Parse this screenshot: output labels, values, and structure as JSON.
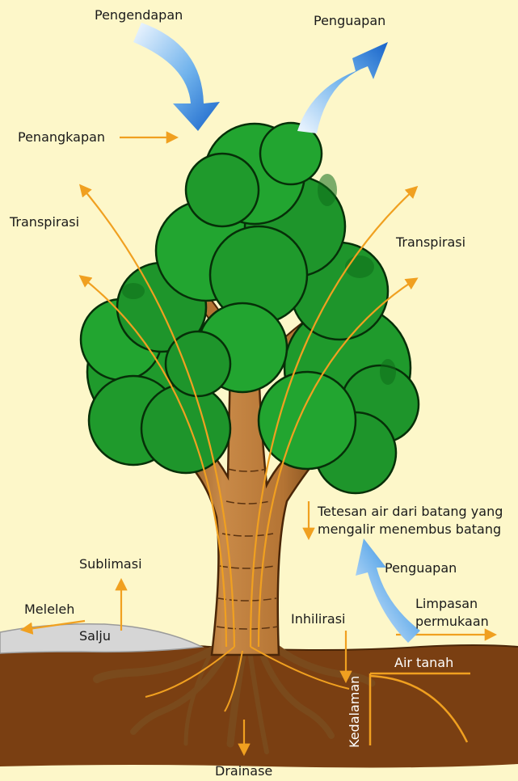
{
  "labels": {
    "pengendapan": "Pengendapan",
    "penguapan_top": "Penguapan",
    "penangkapan": "Penangkapan",
    "transpirasi_left": "Transpirasi",
    "transpirasi_right": "Transpirasi",
    "tetesan": "Tetesan air dari batang yang\nmengalir menembus batang",
    "penguapan_bottom": "Penguapan",
    "sublimasi": "Sublimasi",
    "meleleh": "Meleleh",
    "salju": "Salju",
    "inhilirasi": "Inhilirasi",
    "limpasan": "Limpasan\npermukaan",
    "air_tanah": "Air tanah",
    "kedalaman": "Kedalaman",
    "drainase": "Drainase"
  },
  "colors": {
    "background": "#fdf7c9",
    "foliage": "#1f9a2c",
    "foliage_dark": "#0e6e1a",
    "trunk": "#b8763a",
    "soil": "#7a3f12",
    "snow": "#d6d6d6",
    "flow_arrow": "#f0a020",
    "blue_arrow": "#1a6fd0"
  }
}
